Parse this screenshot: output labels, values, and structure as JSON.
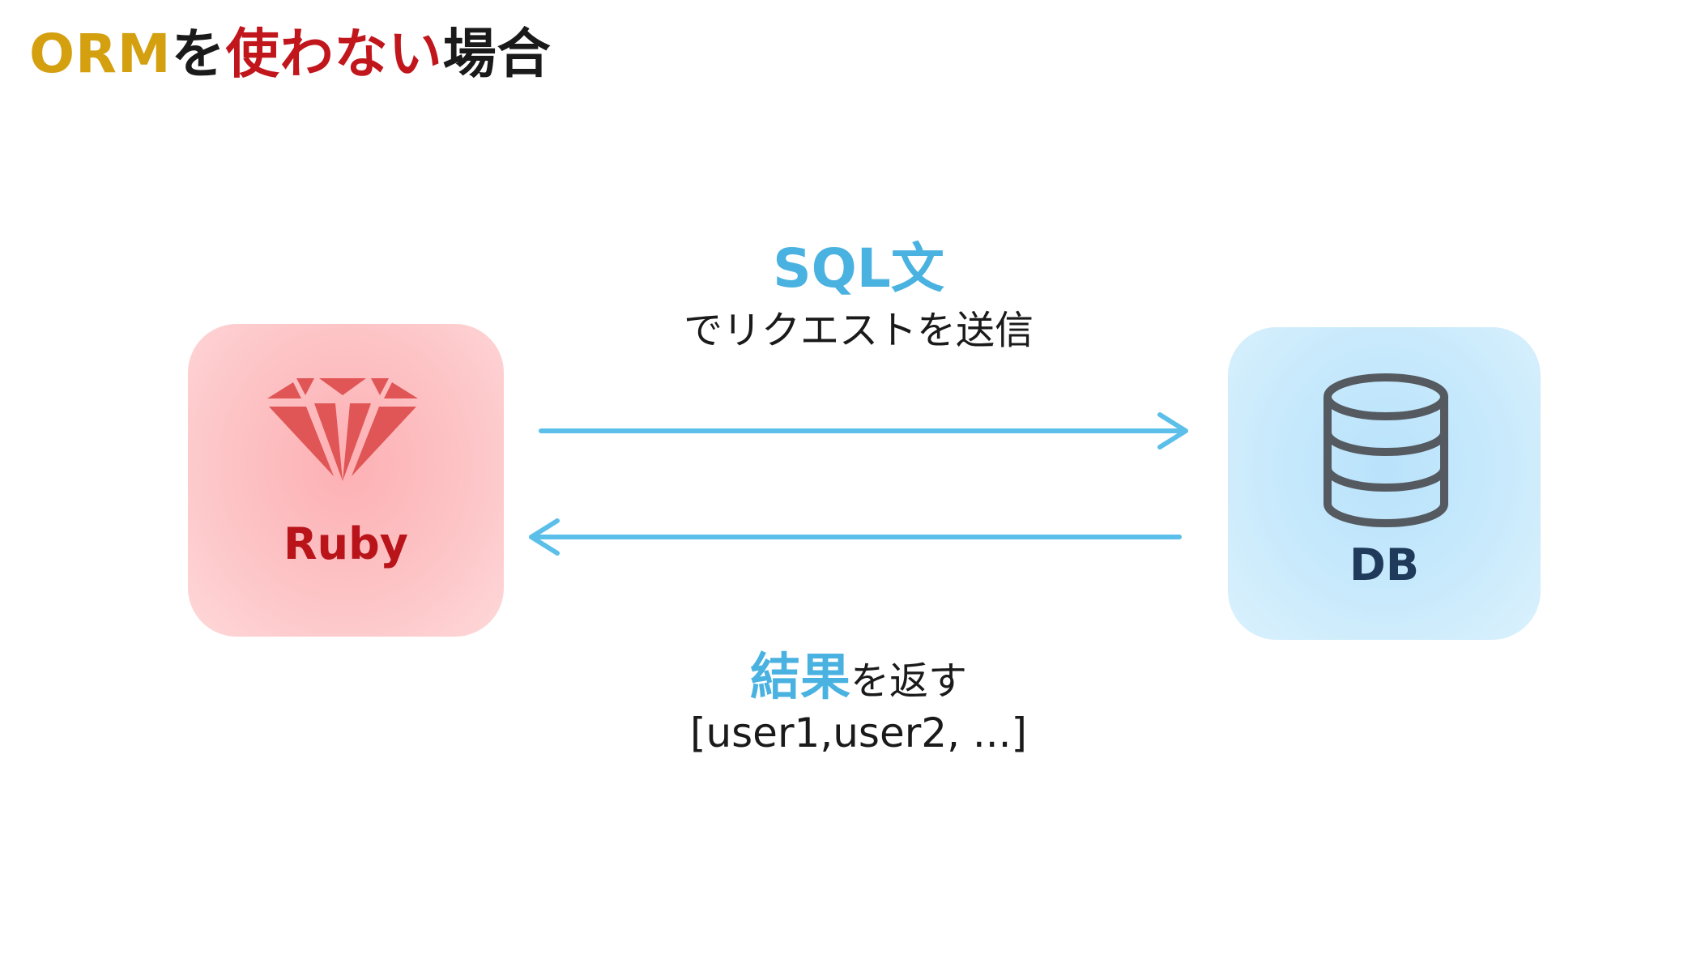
{
  "title": {
    "part1": "ORM",
    "part2": "を",
    "part3": "使わない",
    "part4": "場合"
  },
  "ruby_box": {
    "label": "Ruby",
    "icon": "gem-icon"
  },
  "db_box": {
    "label": "DB",
    "icon": "database-icon"
  },
  "request": {
    "main": "SQL文",
    "sub": "でリクエストを送信"
  },
  "response": {
    "main": "結果",
    "sub": "を返す",
    "example": "[user1,user2, ...]"
  },
  "colors": {
    "title_orm": "#d4a010",
    "title_accent": "#c0161c",
    "arrow": "#5bbfea",
    "highlight_text": "#4ab2e0",
    "ruby_bg": "#fdc4c6",
    "db_bg": "#c9eafc"
  }
}
